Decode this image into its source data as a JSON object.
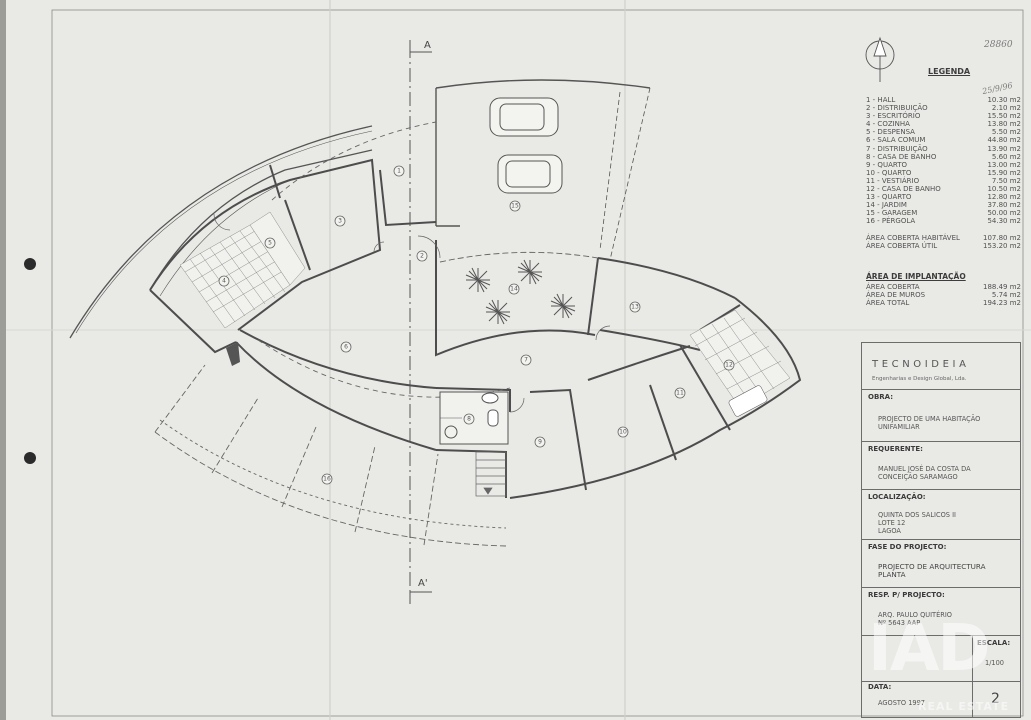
{
  "sheet": {
    "section_label_top": "A",
    "section_label_bottom": "A'",
    "handwritten_ref": "28860",
    "handwritten_note": "25/9/96"
  },
  "rooms": [
    "1",
    "2",
    "3",
    "4",
    "5",
    "6",
    "7",
    "8",
    "9",
    "10",
    "11",
    "12",
    "13",
    "14",
    "15",
    "16"
  ],
  "legend": {
    "title": "LEGENDA",
    "items": [
      {
        "name": "1  -  HALL",
        "area": "10.30  m2"
      },
      {
        "name": "2  -  DISTRIBUIÇÃO",
        "area": "2.10  m2"
      },
      {
        "name": "3  -  ESCRITÓRIO",
        "area": "15.50  m2"
      },
      {
        "name": "4  -  COZINHA",
        "area": "13.80  m2"
      },
      {
        "name": "5  -  DESPENSA",
        "area": "5.50  m2"
      },
      {
        "name": "6  -  SALA COMUM",
        "area": "44.80  m2"
      },
      {
        "name": "7  -  DISTRIBUIÇÃO",
        "area": "13.90  m2"
      },
      {
        "name": "8  -  CASA DE BANHO",
        "area": "5.60  m2"
      },
      {
        "name": "9  -  QUARTO",
        "area": "13.00  m2"
      },
      {
        "name": "10  -  QUARTO",
        "area": "15.90  m2"
      },
      {
        "name": "11  -  VESTIÁRIO",
        "area": "7.50  m2"
      },
      {
        "name": "12  -  CASA DE BANHO",
        "area": "10.50  m2"
      },
      {
        "name": "13  -  QUARTO",
        "area": "12.80  m2"
      },
      {
        "name": "14  -  JARDIM",
        "area": "37.80  m2"
      },
      {
        "name": "15  -  GARAGEM",
        "area": "50.00  m2"
      },
      {
        "name": "16  -  PÉRGOLA",
        "area": "54.30  m2"
      }
    ],
    "totals": [
      {
        "name": "ÁREA COBERTA HABITÁVEL",
        "area": "107.80  m2"
      },
      {
        "name": "ÁREA COBERTA ÚTIL",
        "area": "153.20  m2"
      }
    ]
  },
  "implantacao": {
    "title": "ÁREA DE IMPLANTAÇÃO",
    "items": [
      {
        "name": "ÁREA COBERTA",
        "area": "188.49  m2"
      },
      {
        "name": "ÁREA DE MUROS",
        "area": "5.74  m2"
      },
      {
        "name": "ÁREA TOTAL",
        "area": "194.23  m2"
      }
    ]
  },
  "title_block": {
    "company": "TECNOIDEIA",
    "company_sub": "Engenharias e Design Global, Lda.",
    "obra_label": "OBRA:",
    "obra_text_1": "PROJECTO DE UMA HABITAÇÃO",
    "obra_text_2": "UNIFAMILIAR",
    "requerente_label": "REQUERENTE:",
    "requerente_text_1": "MANUEL JOSÉ DA COSTA DA",
    "requerente_text_2": "CONCEIÇÃO SARAMAGO",
    "localizacao_label": "LOCALIZAÇÃO:",
    "localizacao_text_1": "QUINTA DOS SALICOS II",
    "localizacao_text_2": "LOTE 12",
    "localizacao_text_3": "LAGOA",
    "fase_label": "FASE DO PROJECTO:",
    "fase_text_1": "PROJECTO DE ARQUITECTURA",
    "fase_text_2": "PLANTA",
    "resp_label": "RESP. P/ PROJECTO:",
    "resp_text_1": "ARQ. PAULO QUITÉRIO",
    "resp_text_2": "Nº 5643 AAP",
    "escala_label": "ESCALA:",
    "escala_value": "1/100",
    "data_label": "DATA:",
    "data_value": "AGOSTO 1997",
    "sheet_number": "2"
  },
  "watermark": {
    "logo": "IAD",
    "text": "REAL ESTATE"
  }
}
